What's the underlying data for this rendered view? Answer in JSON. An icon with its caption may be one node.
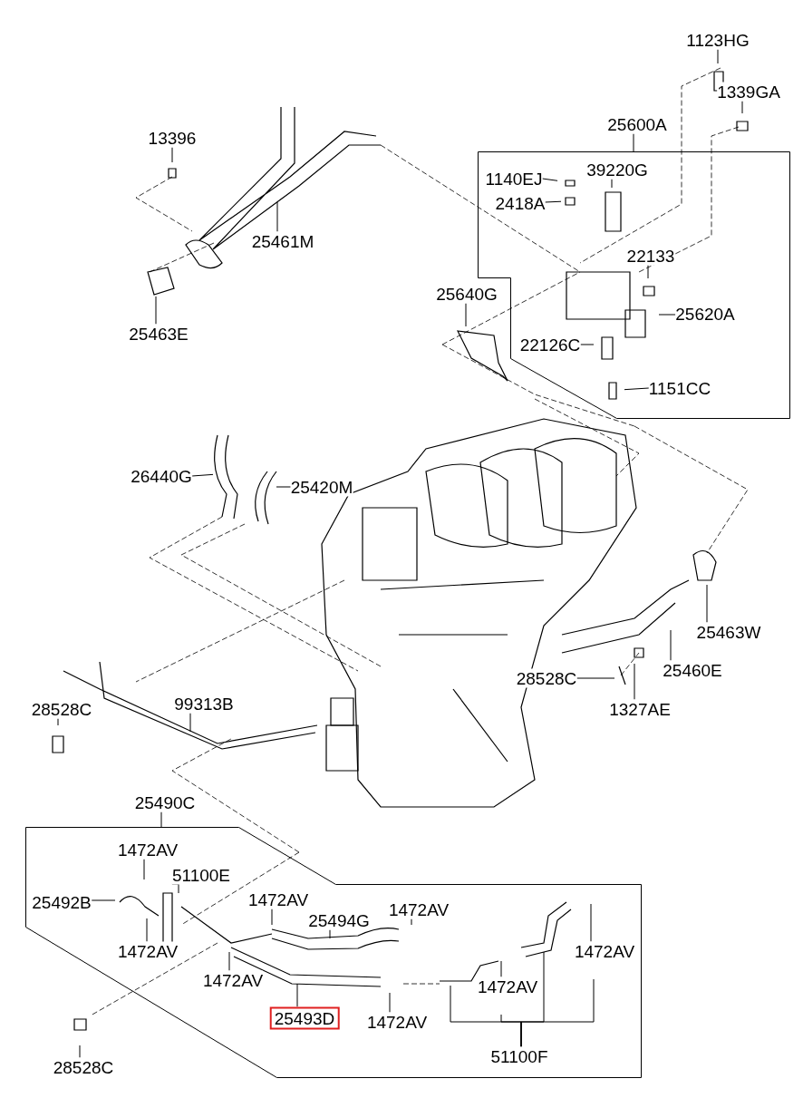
{
  "diagram": {
    "nodes": [
      {
        "text": [
          "1123HG"
        ]
      },
      {
        "text": [
          "1339GA"
        ]
      },
      {
        "text": [
          "13396"
        ]
      },
      {
        "text": [
          "25600A"
        ]
      },
      {
        "text": [],
        "shape": "box"
      },
      {
        "text": [
          "1140EJ"
        ],
        "in": 4
      },
      {
        "text": [
          "39220G"
        ],
        "in": 4
      },
      {
        "text": [
          "2418A"
        ],
        "in": 4
      },
      {
        "text": [
          "22133"
        ],
        "in": 4
      },
      {
        "text": [
          "25620A"
        ],
        "in": 4
      },
      {
        "text": [
          "22126C"
        ],
        "in": 4
      },
      {
        "text": [
          "1151CC"
        ],
        "in": 4
      },
      {
        "text": [
          "25461M"
        ]
      },
      {
        "text": [
          "25640G"
        ]
      },
      {
        "text": [
          "25463E"
        ]
      },
      {
        "text": [
          "26440G"
        ]
      },
      {
        "text": [
          "25420M"
        ]
      },
      {
        "text": [
          "25463W"
        ]
      },
      {
        "text": [
          "28528C"
        ]
      },
      {
        "text": [
          "25460E"
        ]
      },
      {
        "text": [
          "1327AE"
        ]
      },
      {
        "text": [
          "28528C"
        ]
      },
      {
        "text": [
          "99313B"
        ]
      },
      {
        "text": [
          "25490C"
        ]
      },
      {
        "text": [],
        "shape": "box"
      },
      {
        "text": [
          "1472AV"
        ],
        "in": 24
      },
      {
        "text": [
          "51100E"
        ],
        "in": 24
      },
      {
        "text": [
          "25492B"
        ],
        "in": 24
      },
      {
        "text": [
          "1472AV"
        ],
        "in": 24
      },
      {
        "text": [
          "25494G"
        ],
        "in": 24
      },
      {
        "text": [
          "1472AV"
        ],
        "in": 24
      },
      {
        "text": [
          "1472AV"
        ],
        "in": 24
      },
      {
        "text": [
          "1472AV"
        ],
        "in": 24
      },
      {
        "text": [
          "1472AV"
        ],
        "in": 24
      },
      {
        "text": [
          "1472AV"
        ],
        "in": 24
      },
      {
        "text": [
          "25493D"
        ],
        "in": 24
      },
      {
        "text": [
          "1472AV"
        ],
        "in": 24
      },
      {
        "text": [
          "51100F"
        ],
        "in": 24
      },
      {
        "text": [
          "28528C"
        ]
      }
    ],
    "edges": [
      {
        "from": 0,
        "to": null,
        "arrow": "none"
      },
      {
        "from": 1,
        "to": null,
        "arrow": "none"
      },
      {
        "from": 2,
        "to": null,
        "arrow": "none"
      },
      {
        "from": 3,
        "to": 4,
        "arrow": "none"
      },
      {
        "from": 5,
        "to": null,
        "arrow": "none"
      },
      {
        "from": 6,
        "to": null,
        "arrow": "none"
      },
      {
        "from": 7,
        "to": null,
        "arrow": "none"
      },
      {
        "from": 8,
        "to": null,
        "arrow": "none"
      },
      {
        "from": 9,
        "to": null,
        "arrow": "none"
      },
      {
        "from": 10,
        "to": null,
        "arrow": "none"
      },
      {
        "from": 11,
        "to": null,
        "arrow": "none"
      },
      {
        "from": 12,
        "to": null,
        "arrow": "none"
      },
      {
        "from": 13,
        "to": null,
        "arrow": "none"
      },
      {
        "from": 14,
        "to": null,
        "arrow": "none"
      },
      {
        "from": 15,
        "to": null,
        "arrow": "none"
      },
      {
        "from": 16,
        "to": null,
        "arrow": "none"
      },
      {
        "from": 17,
        "to": null,
        "arrow": "none"
      },
      {
        "from": 18,
        "to": null,
        "arrow": "none"
      },
      {
        "from": 19,
        "to": null,
        "arrow": "none"
      },
      {
        "from": 20,
        "to": null,
        "arrow": "none"
      },
      {
        "from": 21,
        "to": null,
        "arrow": "none"
      },
      {
        "from": 22,
        "to": null,
        "arrow": "none"
      },
      {
        "from": 23,
        "to": 24,
        "arrow": "none"
      },
      {
        "from": 25,
        "to": null,
        "arrow": "none"
      },
      {
        "from": 26,
        "to": null,
        "arrow": "none"
      },
      {
        "from": 27,
        "to": null,
        "arrow": "none"
      },
      {
        "from": 28,
        "to": null,
        "arrow": "none"
      },
      {
        "from": 29,
        "to": null,
        "arrow": "none"
      },
      {
        "from": 30,
        "to": null,
        "arrow": "none"
      },
      {
        "from": 31,
        "to": null,
        "arrow": "none"
      },
      {
        "from": 32,
        "to": null,
        "arrow": "none"
      },
      {
        "from": 33,
        "to": null,
        "arrow": "none"
      },
      {
        "from": 34,
        "to": null,
        "arrow": "none"
      },
      {
        "from": 35,
        "to": null,
        "arrow": "none"
      },
      {
        "from": 36,
        "to": null,
        "arrow": "none"
      },
      {
        "from": 37,
        "to": null,
        "arrow": "none"
      },
      {
        "from": 37,
        "to": null,
        "arrow": "none"
      },
      {
        "from": 37,
        "to": null,
        "arrow": "none"
      },
      {
        "from": 37,
        "to": null,
        "arrow": "none"
      },
      {
        "from": 38,
        "to": null,
        "arrow": "none"
      }
    ]
  }
}
